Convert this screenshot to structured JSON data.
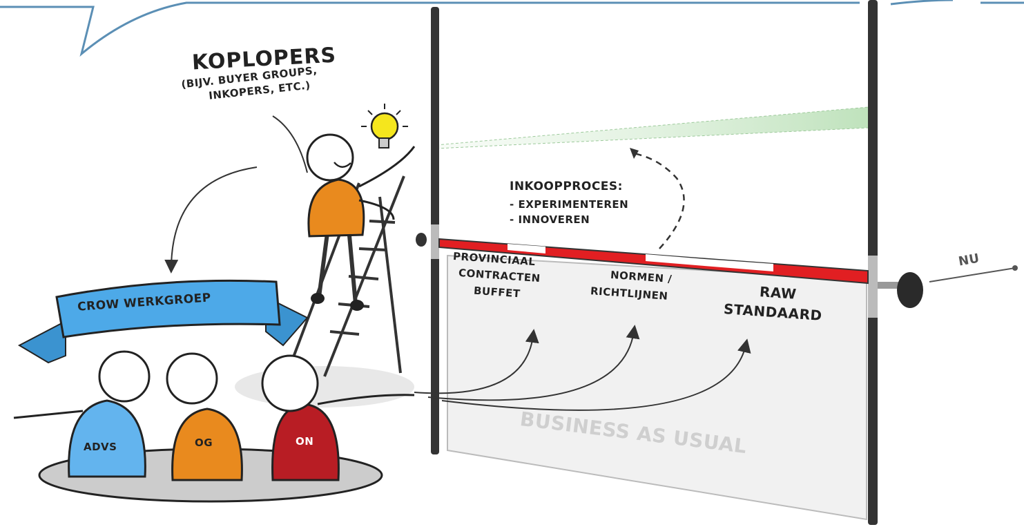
{
  "koplopers": {
    "title": "KOPLOPERS",
    "sub1": "(BIJV. BUYER GROUPS,",
    "sub2": "INKOPERS, ETC.)"
  },
  "inkoopproces": {
    "title": "INKOOPPROCES:",
    "items": [
      "- EXPERIMENTEREN",
      "- INNOVEREN"
    ]
  },
  "gate_labels": {
    "provinciaal": [
      "PROVINCIAAL",
      "CONTRACTEN",
      "BUFFET"
    ],
    "normen": [
      "NORMEN /",
      "RICHTLIJNEN"
    ],
    "raw": [
      "RAW",
      "STANDAARD"
    ]
  },
  "nu_label": "NU",
  "banner_label": "CROW WERKGROEP",
  "figures": {
    "advs": "ADVS",
    "og": "OG",
    "on": "ON"
  },
  "business_label": "BUSINESS AS USUAL",
  "colors": {
    "banner": "#4da9e8",
    "advs": "#63b4ee",
    "og": "#e98a1e",
    "on": "#b81d24",
    "koploper_body": "#e98a1e",
    "bar_red": "#e11f22",
    "bulb": "#f5e61d",
    "gradient_green": "#cfe9cd",
    "bubble_line": "#5b8fb5"
  }
}
